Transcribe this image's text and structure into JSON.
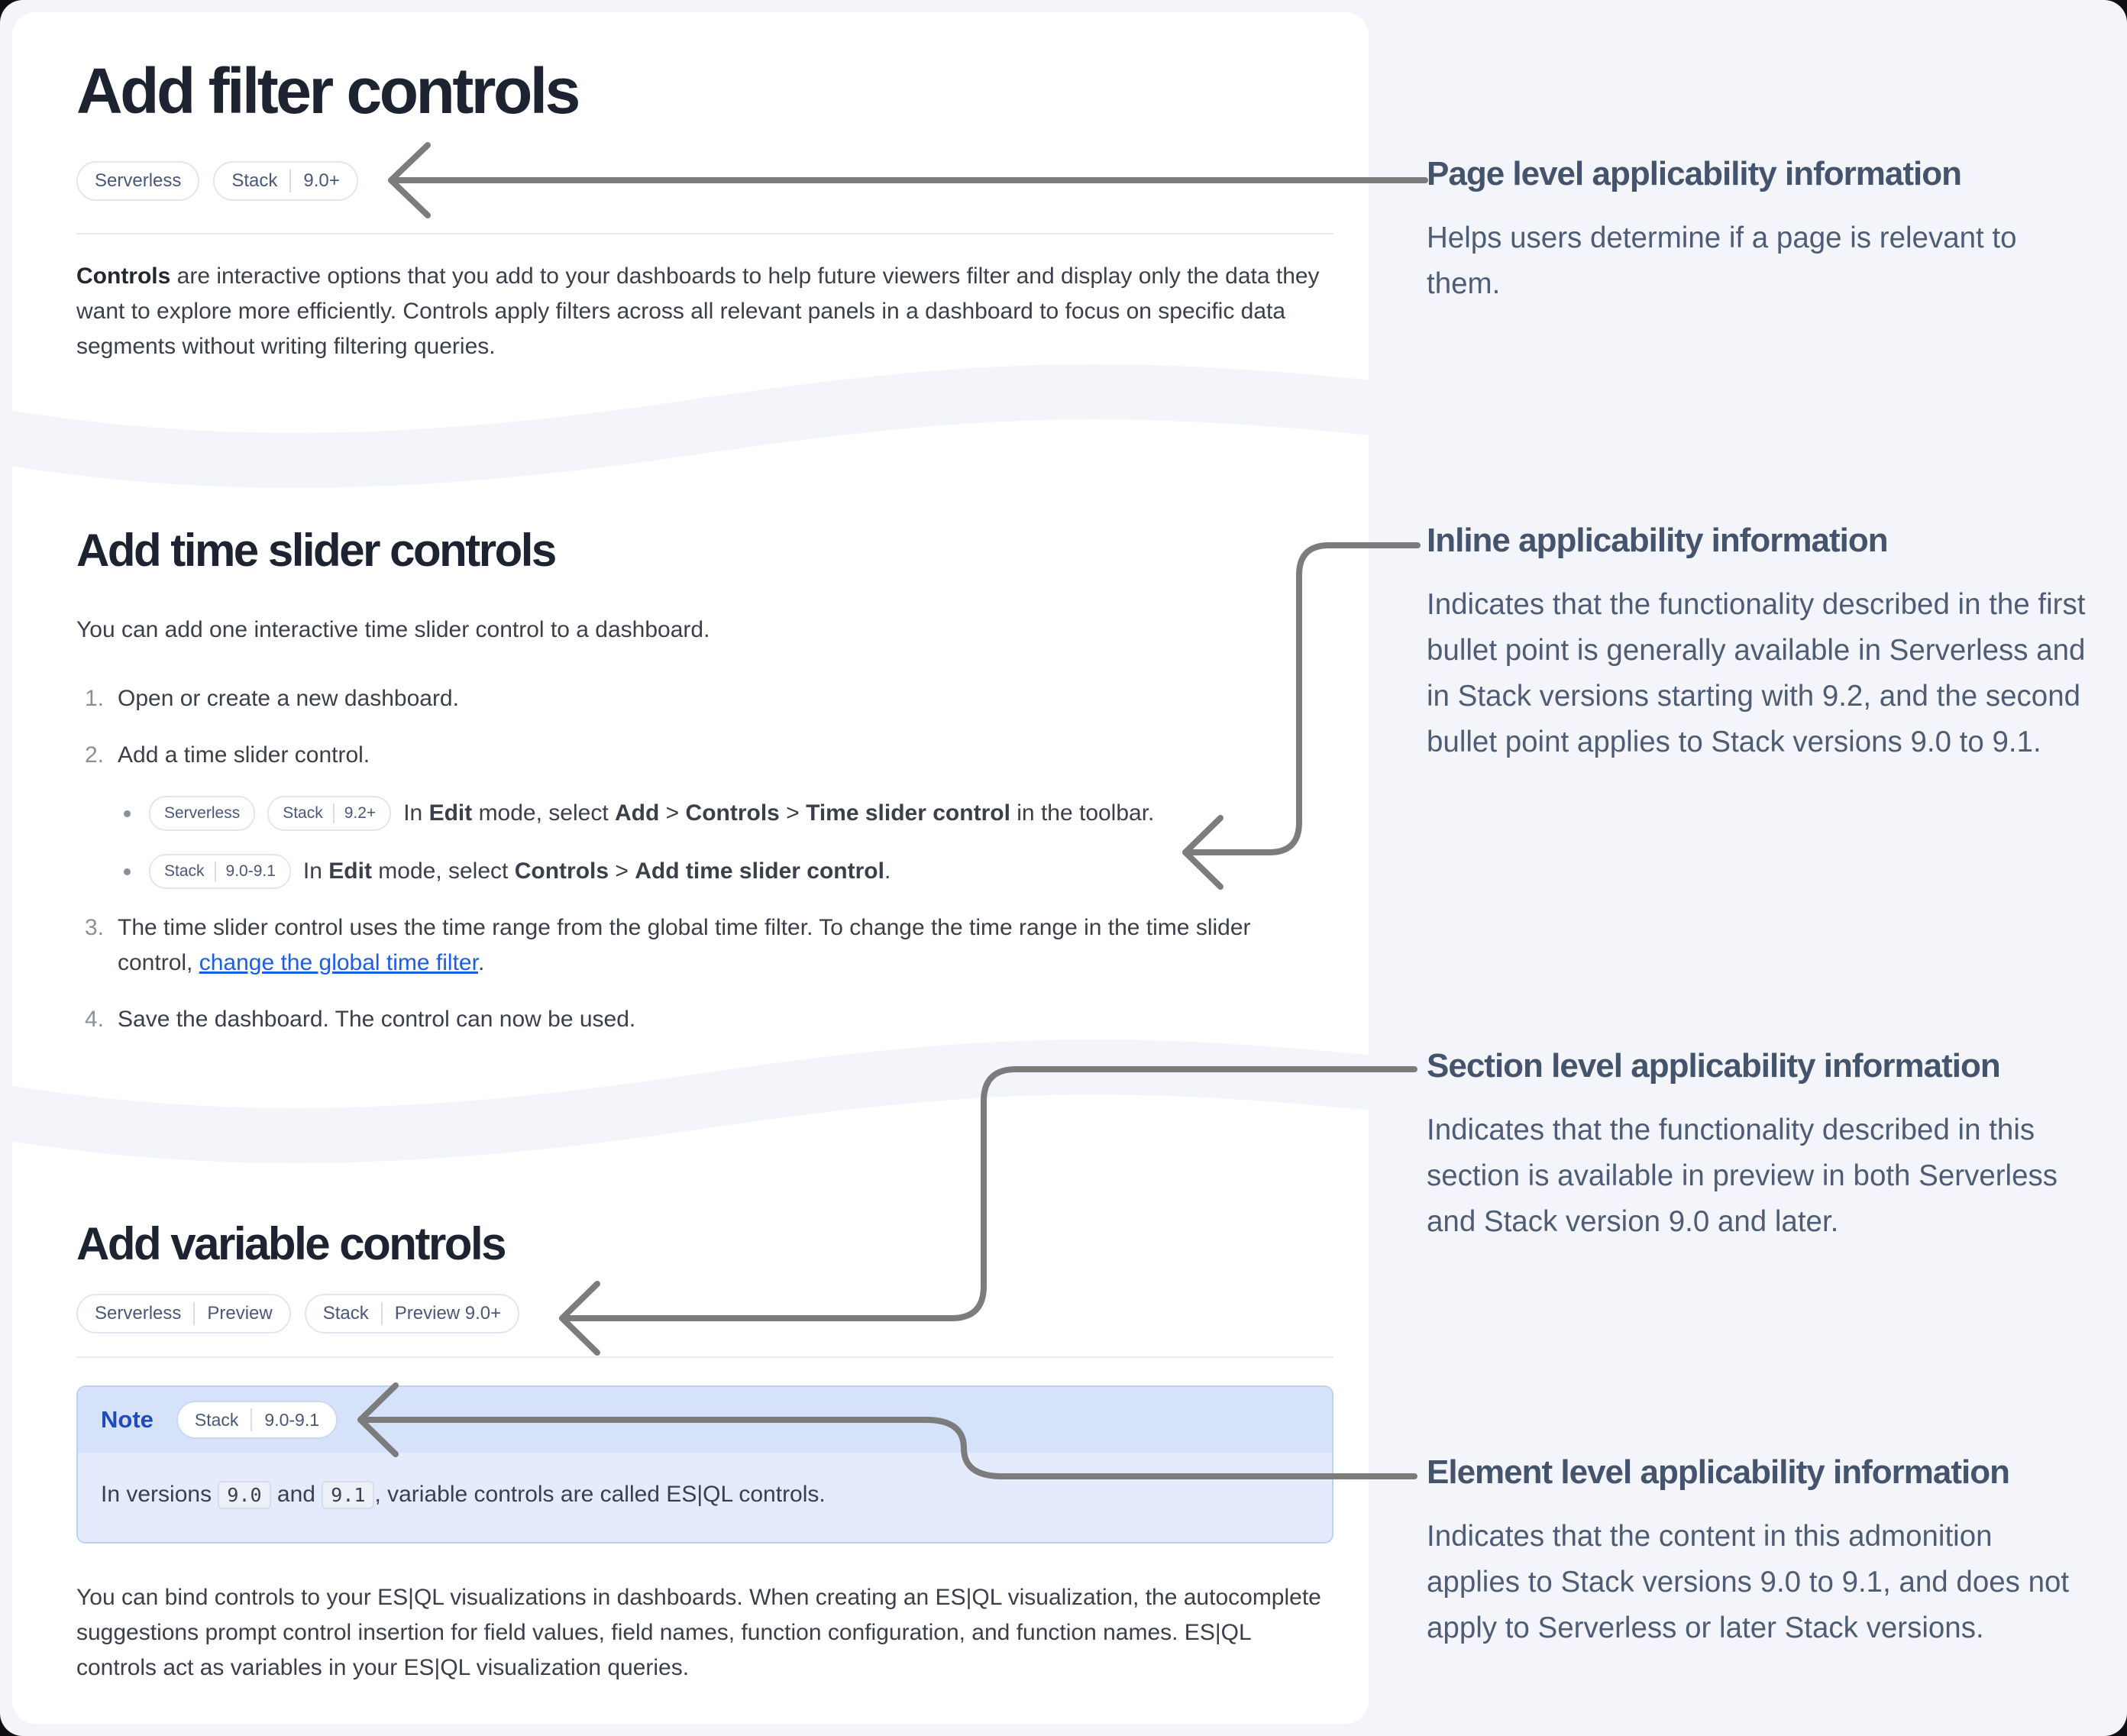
{
  "theme": {
    "page_bg": "#f4f5fa",
    "card_bg": "#ffffff",
    "arrow": "#7c7c7c",
    "ink": "#1d2330",
    "text": "#3a3f4a",
    "muted": "#8a909b",
    "slate_badge": "#49587a",
    "badge_border": "#e1e6f0",
    "badge_divider": "#d8dfeb",
    "hr": "#e6eaf2",
    "link": "#1a5ee8",
    "note_border": "#bcd2f2",
    "note_head_bg": "#d5e2fa",
    "note_body_bg": "#e3ebfc",
    "note_label": "#1f4bbf",
    "note_pill_border": "#c9d9f4",
    "code_bg": "#edf0f6",
    "code_border": "#d8dde8",
    "anno_head": "#45546d",
    "anno_text": "#4e5d75"
  },
  "doc": {
    "sec1": {
      "title": "Add filter controls",
      "badge_serverless": "Serverless",
      "badge_stack": "Stack",
      "badge_stack_version": "9.0+",
      "para_bold": "Controls",
      "para_rest": " are interactive options that you add to your dashboards to help future viewers filter and display only the data they want to explore more efficiently. Controls apply filters across all relevant panels in a dashboard to focus on specific data segments without writing filtering queries."
    },
    "sec2": {
      "title": "Add time slider controls",
      "intro": "You can add one interactive time slider control to a dashboard.",
      "step1_num": "1.",
      "step1": "Open or create a new dashboard.",
      "step2_num": "2.",
      "step2": "Add a time slider control.",
      "bullet1": {
        "badge_serverless": "Serverless",
        "badge_stack": "Stack",
        "badge_stack_version": "9.2+",
        "t1": "In ",
        "b1": "Edit",
        "t2": " mode, select ",
        "b2": "Add",
        "t3": " > ",
        "b3": "Controls",
        "t4": " > ",
        "b4": "Time slider control",
        "t5": " in the toolbar."
      },
      "bullet2": {
        "badge_stack": "Stack",
        "badge_stack_version": "9.0-9.1",
        "t1": "In ",
        "b1": "Edit",
        "t2": " mode, select ",
        "b2": "Controls",
        "t3": " > ",
        "b3": "Add time slider control",
        "t4": "."
      },
      "step3_num": "3.",
      "step3_pre": "The time slider control uses the time range from the global time filter. To change the time range in the time slider control, ",
      "step3_link": "change the global time filter",
      "step3_post": ".",
      "step4_num": "4.",
      "step4": "Save the dashboard. The control can now be used."
    },
    "sec3": {
      "title": "Add variable controls",
      "badge1_label": "Serverless",
      "badge1_tag": "Preview",
      "badge2_label": "Stack",
      "badge2_tag": "Preview 9.0+",
      "note": {
        "label": "Note",
        "badge_stack": "Stack",
        "badge_version": "9.0-9.1",
        "t1": "In versions ",
        "code1": "9.0",
        "t2": " and ",
        "code2": "9.1",
        "t3": ", variable controls are called ES|QL controls."
      },
      "para": "You can bind controls to your ES|QL visualizations in dashboards. When creating an ES|QL visualization, the autocomplete suggestions prompt control insertion for field values, field names, function configuration, and function names. ES|QL controls act as variables in your ES|QL visualization queries."
    }
  },
  "annotations": [
    {
      "title": "Page level applicability information",
      "body": "Helps users determine if a page is relevant to them."
    },
    {
      "title": "Inline applicability information",
      "body": "Indicates that the functionality described in the first bullet point is generally available in Serverless and in Stack versions starting with 9.2, and the second bullet point applies to Stack versions 9.0 to 9.1."
    },
    {
      "title": "Section level applicability information",
      "body": "Indicates that the functionality described in this section is available in preview in both Serverless and Stack version 9.0 and later."
    },
    {
      "title": "Element level applicability information",
      "body": "Indicates that the content in this admonition applies to Stack versions 9.0 to 9.1, and does not apply to Serverless or later Stack versions."
    }
  ]
}
